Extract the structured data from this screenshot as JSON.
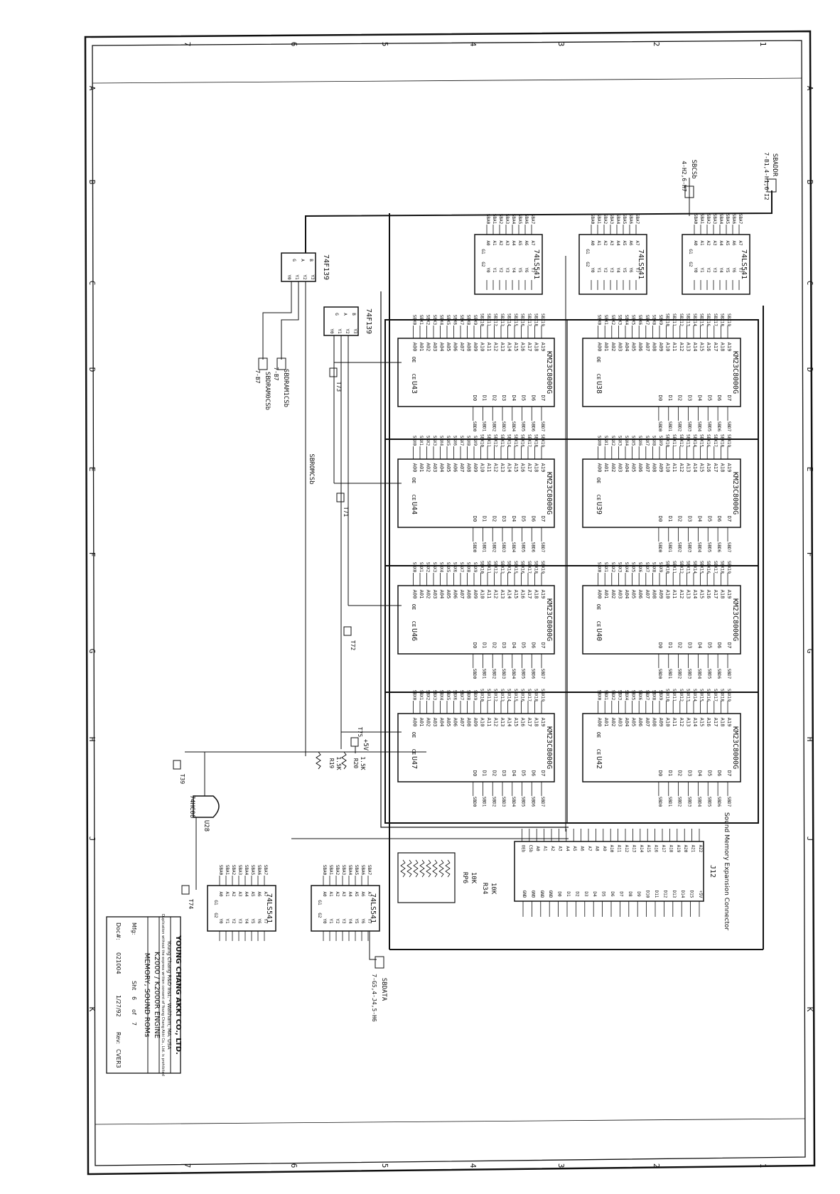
{
  "grid": {
    "numbers_top": [
      "1",
      "2",
      "3",
      "4",
      "5",
      "6",
      "7"
    ],
    "letters": [
      "A",
      "B",
      "C",
      "D",
      "E",
      "F",
      "G",
      "H",
      "J",
      "K"
    ]
  },
  "title_block": {
    "company": "YOUNG CHANG AKKI CO., LTD.",
    "rnd": "Young Chang R&D Inst. - Waltham, MA. USA",
    "notice": "Duplication without the express written consent of Young Chang Akki Co., Ltd. is prohibited",
    "product": "K2000 / K2000R ENGINE",
    "title": "MEMORY, SOUND ROMs",
    "mfg_label": "Mfg:",
    "sht_label": "Sht",
    "sht": "6",
    "of_label": "of",
    "of": "7",
    "doc_label": "Doc#:",
    "doc": "021004",
    "date": "1/27/92",
    "rev_label": "Rev:",
    "rev": "CVER3"
  },
  "signals": {
    "sbaddr": "SBADDR",
    "sbaddr_ref": "7-B1,4-H1,6-I2",
    "sbcs": "SBCSb",
    "sbcs_ref": "4-H2,6-H7",
    "sbdram1": "SBDRAM1CSb",
    "sbdram1_ref": "7-B7",
    "sbdram0": "SBDRAM0CSb",
    "sbdram0_ref": "7-B7",
    "sbromcs": "SBROMCSb",
    "sbdata": "SBDATA",
    "sbdata_ref": "7-G5,4-J4,5-H6",
    "plus5v": "+5V"
  },
  "chips": {
    "buffers_top": [
      "74LS541",
      "74LS541",
      "74LS541"
    ],
    "decoders": [
      "74F139",
      "74F139"
    ],
    "buffers_bottom": [
      "74LS541",
      "74LS541"
    ],
    "or_gate": "74HC08",
    "or_ref": "U28",
    "rom_part": "KM23C8000G",
    "roms_left": [
      "U43",
      "U44",
      "U46",
      "U47"
    ],
    "roms_right": [
      "U38",
      "U39",
      "U40",
      "U42"
    ],
    "connector": "J12",
    "connector_title": "Sound Memory Expansion Connector",
    "rpack": "RP6",
    "rpack_value": "10K",
    "r34": "R34",
    "r34_value": "10K",
    "r19": "R19",
    "r19_value": "1.5K",
    "r20": "R20",
    "r20_value": "1.5K"
  },
  "test_points": [
    "T73",
    "T71",
    "T72",
    "T75",
    "T39",
    "T74"
  ],
  "pins": {
    "rom_addr": [
      "A19",
      "A18",
      "A17",
      "A16",
      "A15",
      "A14",
      "A13",
      "A12",
      "A11",
      "A10",
      "A09",
      "A08",
      "A07",
      "A06",
      "A05",
      "A04",
      "A03",
      "A02",
      "A01",
      "A00"
    ],
    "rom_data": [
      "D7",
      "D6",
      "D5",
      "D4",
      "D3",
      "D2",
      "D1",
      "D0"
    ],
    "rom_ctrl": [
      "OE",
      "CE"
    ],
    "buf_a": [
      "A7",
      "A6",
      "A5",
      "A4",
      "A3",
      "A2",
      "A1",
      "A0"
    ],
    "buf_y": [
      "Y7",
      "Y6",
      "Y5",
      "Y4",
      "Y3",
      "Y2",
      "Y1",
      "Y0"
    ],
    "buf_g": [
      "G1",
      "G2"
    ],
    "dec_in": [
      "B",
      "A",
      "G"
    ],
    "dec_out": [
      "Y3",
      "Y2",
      "Y1",
      "Y0"
    ],
    "conn_left": [
      "A22",
      "A21",
      "A20",
      "A19",
      "A18",
      "A17",
      "A16",
      "A15",
      "A14",
      "A13",
      "A12",
      "A11",
      "A10",
      "A9",
      "A8",
      "A7",
      "A6",
      "A5",
      "A4",
      "A3",
      "A2",
      "A1",
      "A0",
      "CSb",
      "OEb"
    ],
    "conn_right": [
      "+5V",
      "D15",
      "D14",
      "D13",
      "D12",
      "D11",
      "D10",
      "D9",
      "D8",
      "D7",
      "D6",
      "D5",
      "D4",
      "D3",
      "D2",
      "D1",
      "D0",
      "GND",
      "GND",
      "GND",
      "GND"
    ]
  },
  "nets": {
    "sbx_bus": [
      "SBX19",
      "SBX18",
      "SBX17",
      "SBX16",
      "SBX15",
      "SBX14",
      "SBX13",
      "SBX12",
      "SBX11",
      "SBX10",
      "SBX9",
      "SBX8",
      "SBX7",
      "SBX6",
      "SBX5",
      "SBX4",
      "SBX3",
      "SBX2",
      "SBX1",
      "SBX0"
    ],
    "sbd_bus": [
      "SBD7",
      "SBD6",
      "SBD5",
      "SBD4",
      "SBD3",
      "SBD2",
      "SBD1",
      "SBD0"
    ],
    "sba_bus": [
      "SBA7",
      "SBA6",
      "SBA5",
      "SBA4",
      "SBA3",
      "SBA2",
      "SBA1",
      "SBA0"
    ]
  }
}
